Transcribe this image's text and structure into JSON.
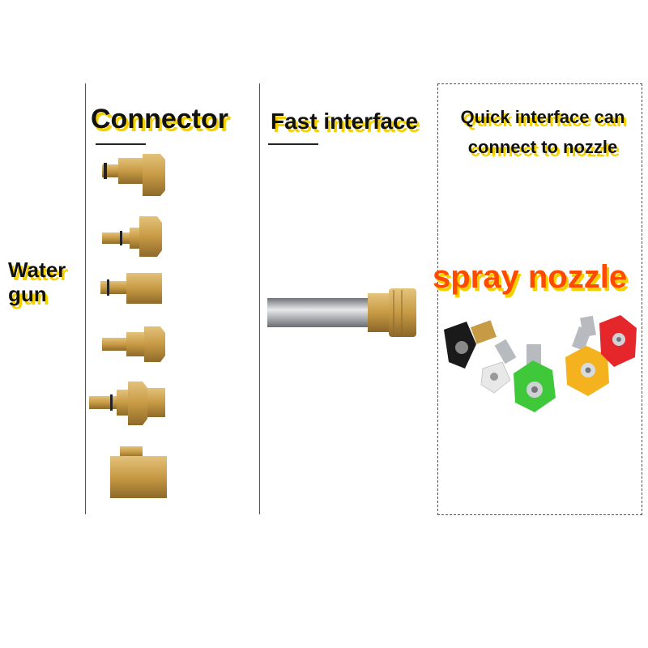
{
  "labels": {
    "water_gun": "Water gun",
    "connector": "Connector",
    "fast_interface": "Fast interface",
    "quick_interface_line1": "Quick interface can",
    "quick_interface_line2": "connect to nozzle",
    "spray_nozzle": "spray nozzle"
  },
  "images": {
    "connectors": [
      "brass-connector-icon",
      "brass-connector-icon",
      "brass-connector-icon",
      "brass-connector-icon",
      "brass-connector-icon",
      "brass-connector-icon"
    ],
    "wand": "steel-wand-with-brass-quick-coupler",
    "nozzles": [
      "black-nozzle",
      "white-nozzle",
      "green-nozzle",
      "yellow-nozzle",
      "red-nozzle"
    ]
  },
  "colors": {
    "text": "#111111",
    "shadow": "#f5d000",
    "spray_nozzle_text": "#ff4a00",
    "brass": "#c79a45",
    "brass_dark": "#8e6a2a",
    "steel": "#a8acb2",
    "nozzle_black": "#1a1a1a",
    "nozzle_white": "#e8e8e8",
    "nozzle_green": "#3fc83a",
    "nozzle_yellow": "#f4b21e",
    "nozzle_red": "#e5262b"
  }
}
